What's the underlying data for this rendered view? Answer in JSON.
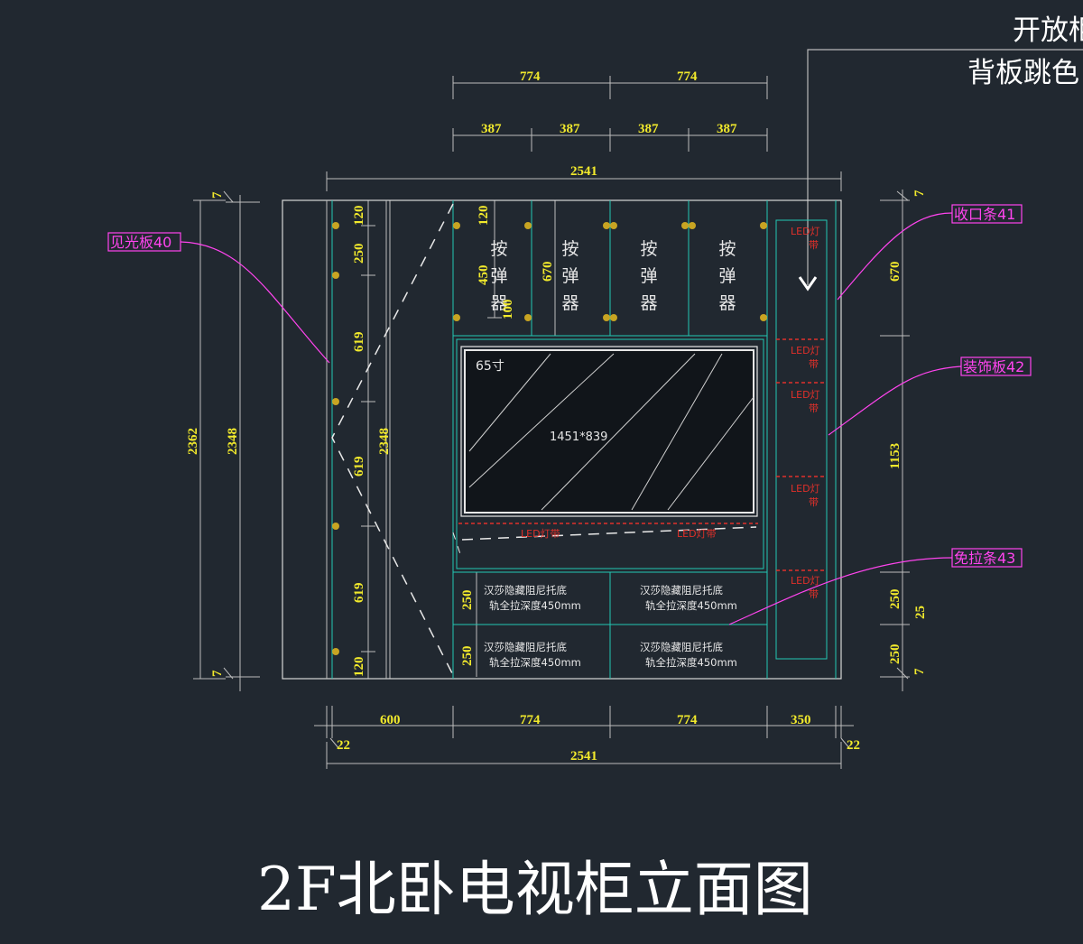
{
  "title": "2F北卧电视柜立面图",
  "corner_note": {
    "line1": "开放柜",
    "line2": "背板跳色"
  },
  "tags": {
    "light_panel": "见光板40",
    "edge_strip": "收口条41",
    "deco_panel": "装饰板42",
    "no_handle": "免拉条43"
  },
  "tv": {
    "size": "65寸",
    "dims": "1451*839"
  },
  "doors": [
    "按弹器",
    "按弹器",
    "按弹器",
    "按弹器"
  ],
  "drawers": {
    "line1": "汉莎隐藏阻尼托底",
    "line2": "轨全拉深度450mm"
  },
  "led": "LED灯带",
  "dims": {
    "top_774": "774",
    "top_387": "387",
    "overall_width": "2541",
    "bottom_600": "600",
    "bottom_774": "774",
    "bottom_350": "350",
    "bottom_22": "22",
    "left_2362": "2362",
    "left_2348": "2348",
    "inner_2348": "2348",
    "left_7": "7",
    "col_120": "120",
    "col_250": "250",
    "col_619": "619",
    "upper_450": "450",
    "upper_100": "100",
    "upper_670": "670",
    "upper_120": "120",
    "drawer_250": "250",
    "right_7": "7",
    "right_670": "670",
    "right_1153": "1153",
    "right_250": "250",
    "right_25": "25"
  },
  "colors": {
    "background": "#212830",
    "dimension": "#f2ea2c",
    "leader": "#ff44ee",
    "led": "#e0302a",
    "cabinet_line": "#23c7b4"
  }
}
